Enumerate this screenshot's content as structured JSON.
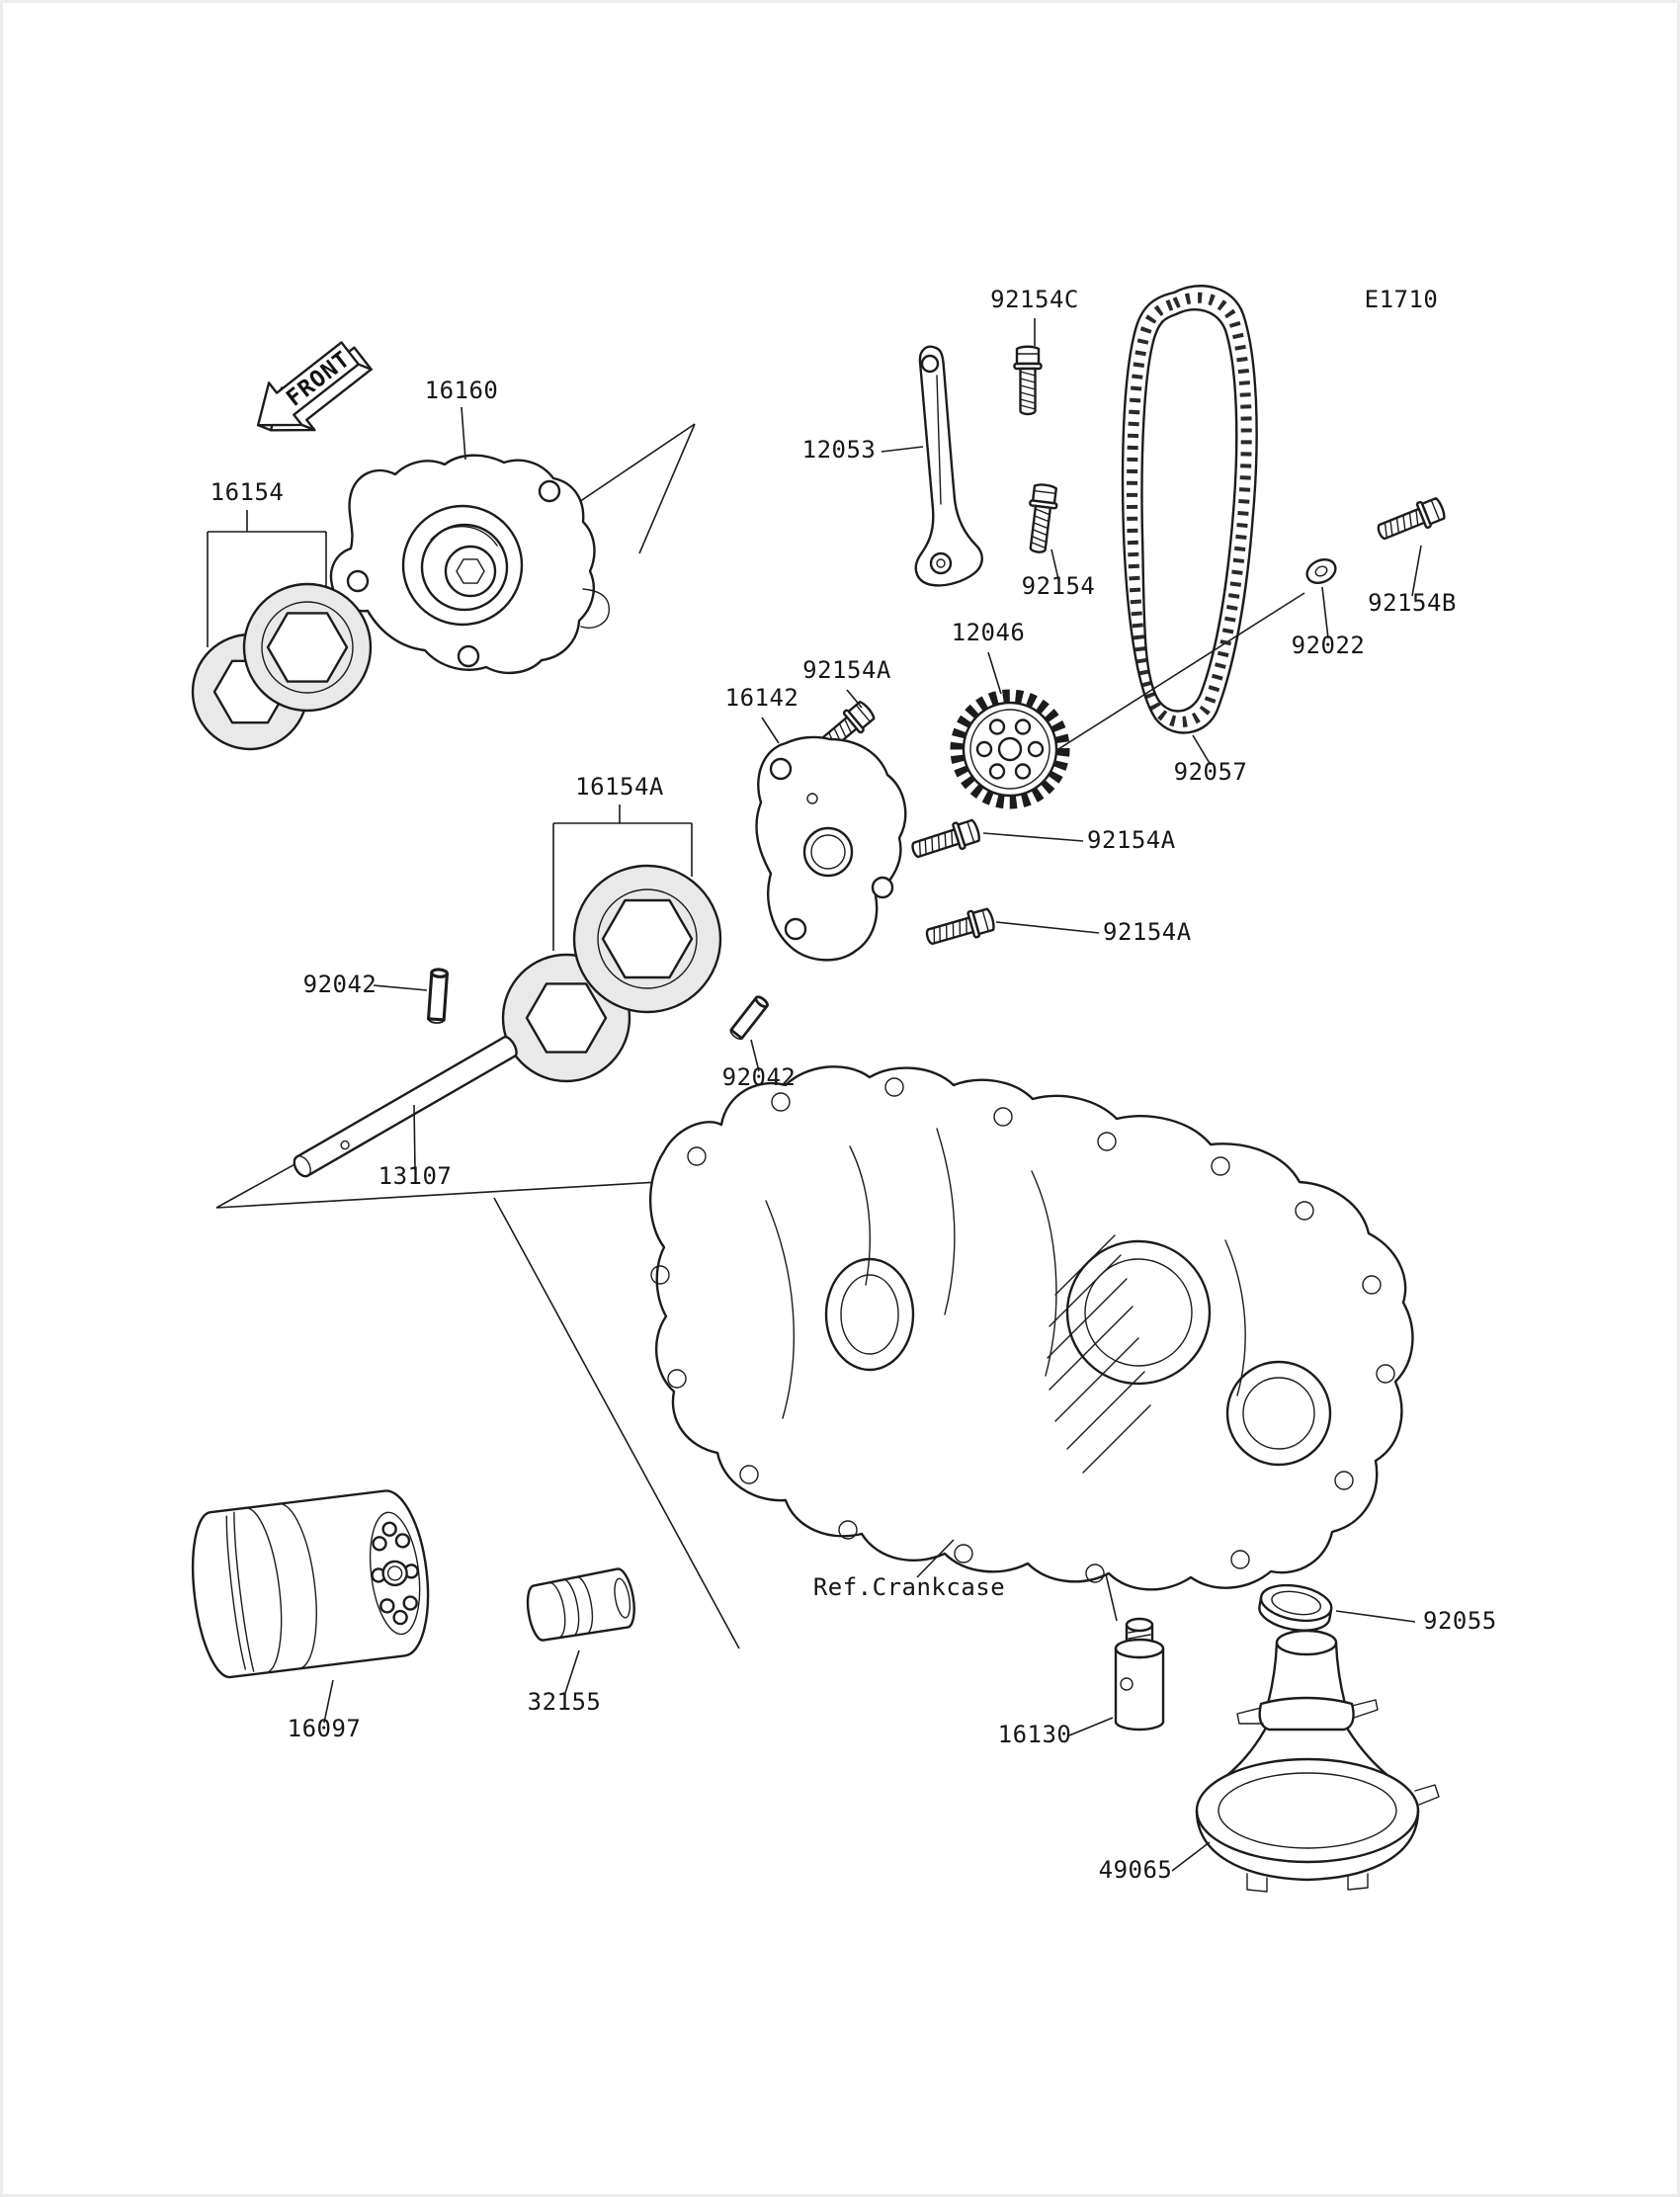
{
  "diagram": {
    "page_code": "E1710",
    "front_marker": "FRONT",
    "ref_crankcase_label": "Ref.Crankcase"
  },
  "parts": {
    "oil_pump": "16160",
    "rotor_set": "16154",
    "chain_guide": "12053",
    "bolt_92154c": "92154C",
    "bolt_92154": "92154",
    "sprocket": "12046",
    "bolt_92154a_1": "92154A",
    "pump_cover": "16142",
    "washer": "92022",
    "bolt_92154b": "92154B",
    "chain": "92057",
    "rotor_set_a": "16154A",
    "bolt_92154a_2": "92154A",
    "bolt_92154a_3": "92154A",
    "pin_1": "92042",
    "pin_2": "92042",
    "shaft": "13107",
    "oil_filter": "16097",
    "joint": "32155",
    "relief_valve": "16130",
    "cap": "92055",
    "oil_screen": "49065"
  }
}
